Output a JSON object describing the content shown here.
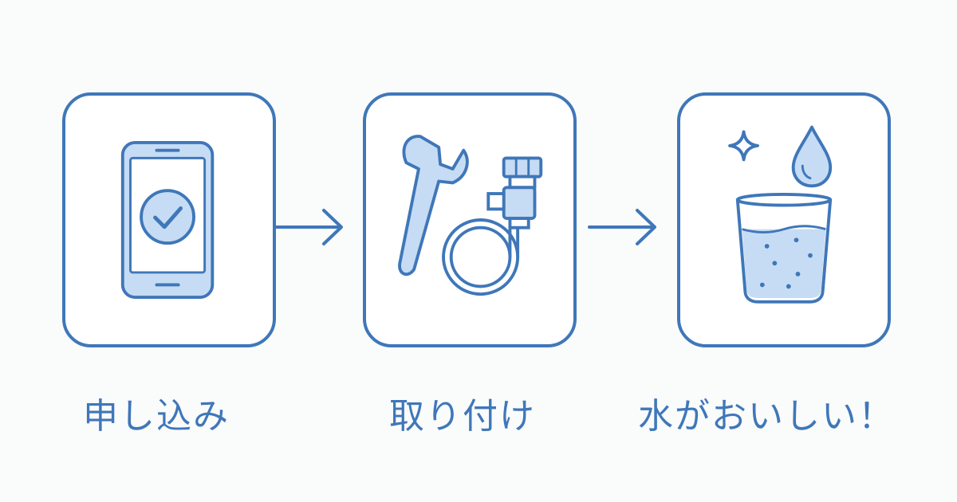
{
  "colors": {
    "stroke": "#3f77b9",
    "fill_light": "#c6dcf4",
    "card_background": "#ffffff",
    "page_background": "#fafbfb"
  },
  "steps": [
    {
      "label": "申し込み",
      "icon": "smartphone-checkmark-icon"
    },
    {
      "label": "取り付け",
      "icon": "wrench-faucet-hose-icon"
    },
    {
      "label": "水がおいしい！",
      "icon": "water-glass-drop-icon"
    }
  ],
  "connectors": [
    "arrow-right-icon",
    "arrow-right-icon"
  ]
}
